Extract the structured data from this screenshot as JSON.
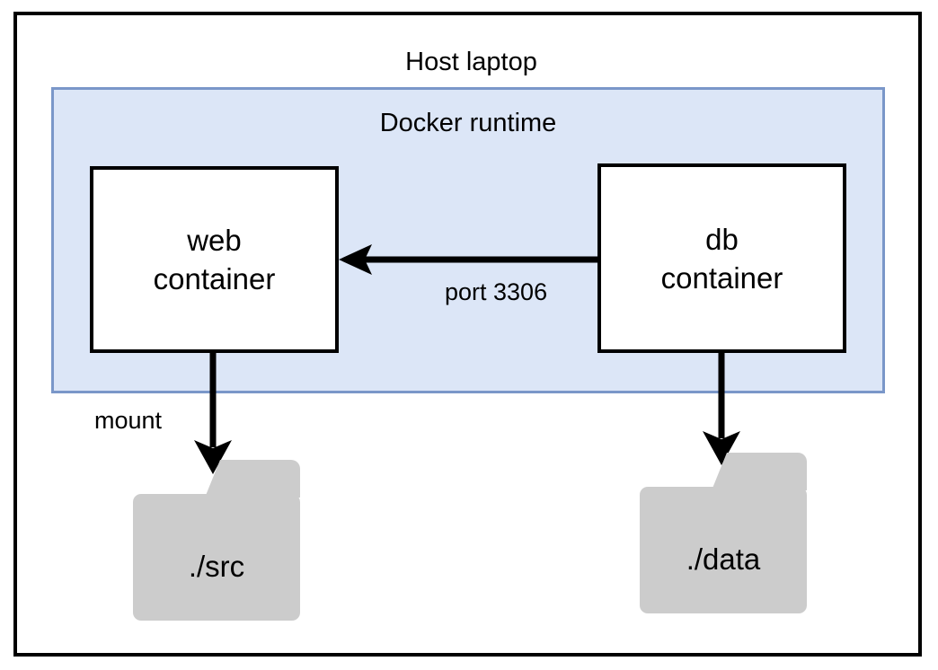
{
  "diagram": {
    "title": "Host laptop",
    "host": {
      "label": "Host laptop"
    },
    "runtime": {
      "label": "Docker runtime",
      "fill_color": "#dce6f7",
      "border_color": "#7a97c9"
    },
    "containers": [
      {
        "id": "web",
        "line1": "web",
        "line2": "container"
      },
      {
        "id": "db",
        "line1": "db",
        "line2": "container"
      }
    ],
    "edges": [
      {
        "id": "db-to-web",
        "label": "port 3306",
        "from": "db container",
        "to": "web container",
        "direction": "left"
      },
      {
        "id": "web-to-src",
        "label": "mount",
        "from": "web container",
        "to": "./src",
        "direction": "down"
      },
      {
        "id": "db-to-data",
        "label": "",
        "from": "db container",
        "to": "./data",
        "direction": "down"
      }
    ],
    "folders": [
      {
        "id": "src",
        "label": "./src",
        "fill_color": "#cccccc"
      },
      {
        "id": "data",
        "label": "./data",
        "fill_color": "#cccccc"
      }
    ],
    "colors": {
      "stroke": "#000000",
      "background": "#ffffff",
      "folder_gray": "#cccccc",
      "runtime_fill": "#dce6f7",
      "runtime_border": "#7a97c9"
    }
  }
}
